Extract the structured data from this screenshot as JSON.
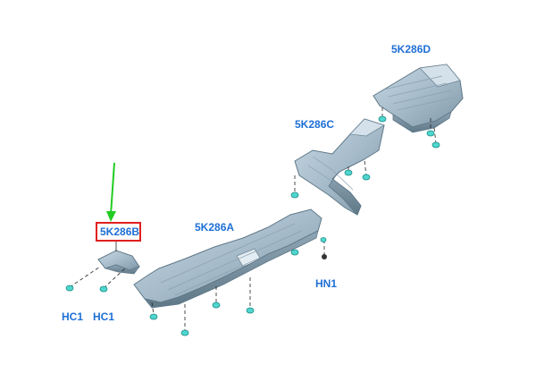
{
  "diagram": {
    "label_color": "#1f6fd6",
    "highlight_border_color": "#e0201f",
    "arrow_color": "#22cc22",
    "part_fill": "#a9bfcf",
    "part_shadow": "#6f8797",
    "fastener_color": "#4fd6cf",
    "parts": {
      "a": "5K286A",
      "b": "5K286B",
      "c": "5K286C",
      "d": "5K286D"
    },
    "fasteners": {
      "hn1": "HN1",
      "hc1_left": "HC1",
      "hc1_right": "HC1"
    }
  }
}
